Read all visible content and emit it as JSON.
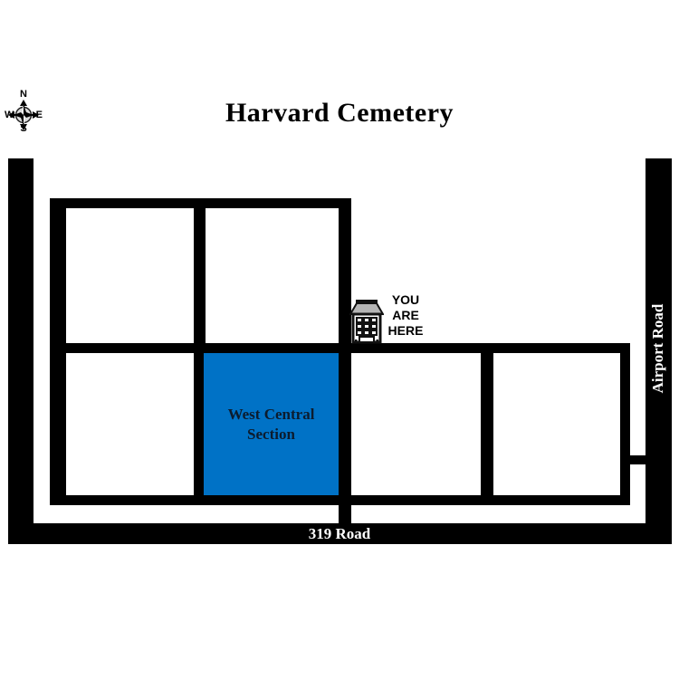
{
  "map": {
    "title": "Harvard Cemetery",
    "compass": {
      "n": "N",
      "s": "S",
      "e": "E",
      "w": "W"
    },
    "you_are_here": {
      "lines": [
        "YOU",
        "ARE",
        "HERE"
      ]
    },
    "highlighted_section": {
      "name": "West Central Section",
      "lines": [
        "West Central",
        "Section"
      ],
      "fill_color": "#0072C6",
      "text_color": "#0c1c2e"
    },
    "roads": {
      "color": "#000000",
      "label_color": "#ffffff",
      "airport": {
        "label": "Airport Road",
        "orientation": "vertical"
      },
      "r319": {
        "label": "319 Road",
        "orientation": "horizontal"
      }
    }
  }
}
